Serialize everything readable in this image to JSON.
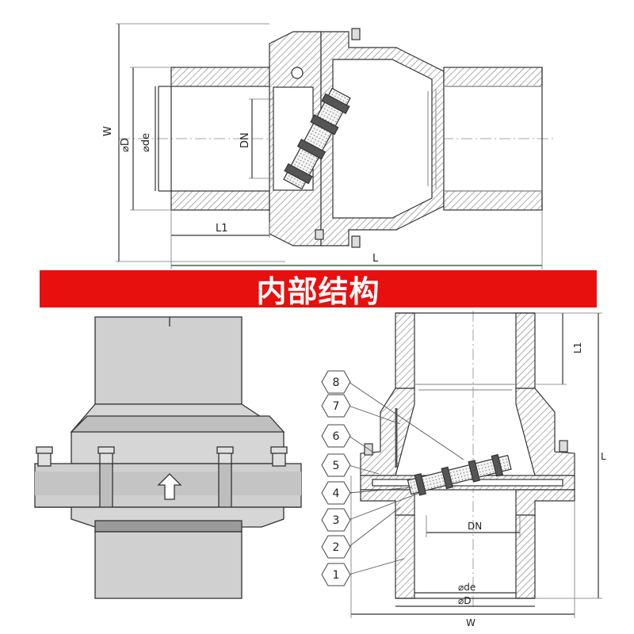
{
  "banner": {
    "title": "内部结构",
    "bg_color": "#e8100f",
    "text_color": "#ffffff"
  },
  "top_drawing": {
    "labels": {
      "w": "W",
      "od": "⌀D",
      "ode": "⌀de",
      "dn": "DN",
      "l1": "L1",
      "l": "L"
    }
  },
  "bottom_right_drawing": {
    "labels": {
      "l1": "L1",
      "l": "L",
      "dn": "DN",
      "ode": "⌀de",
      "od": "⌀D",
      "w": "W"
    },
    "callouts": [
      "8",
      "7",
      "6",
      "5",
      "4",
      "3",
      "2",
      "1"
    ]
  },
  "colors": {
    "hatch_fill": "#c8c8c8",
    "line": "#333333",
    "body_fill": "#d0d0d0",
    "dark_band": "#9a9a9a"
  }
}
